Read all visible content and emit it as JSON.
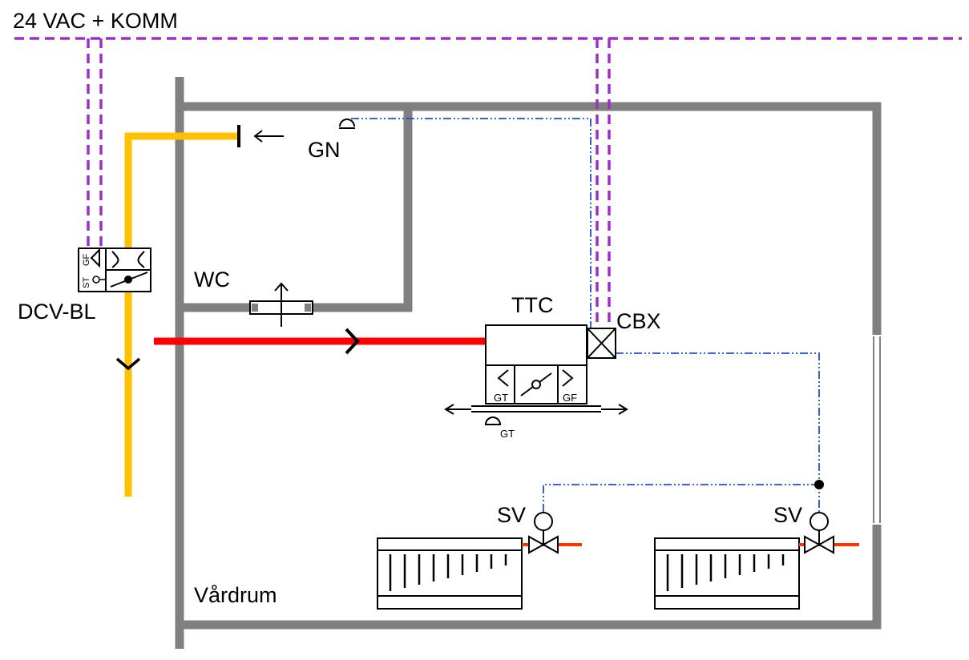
{
  "labels": {
    "power": "24 VAC + KOMM",
    "dcv": "DCV-BL",
    "wc": "WC",
    "gn": "GN",
    "ttc": "TTC",
    "cbx": "CBX",
    "sv_left": "SV",
    "sv_right": "SV",
    "room": "Vårdrum",
    "gt_left": "GT",
    "gf": "GF",
    "gt_bottom": "GT",
    "dcv_st": "ST",
    "dcv_gf": "GF"
  },
  "colors": {
    "wall": "#808080",
    "comm": "#9b30c8",
    "duct": "#ffc000",
    "supply": "#ff0000",
    "signal": "#1f4fd6",
    "heat": "#ff3300",
    "line": "#000000"
  }
}
